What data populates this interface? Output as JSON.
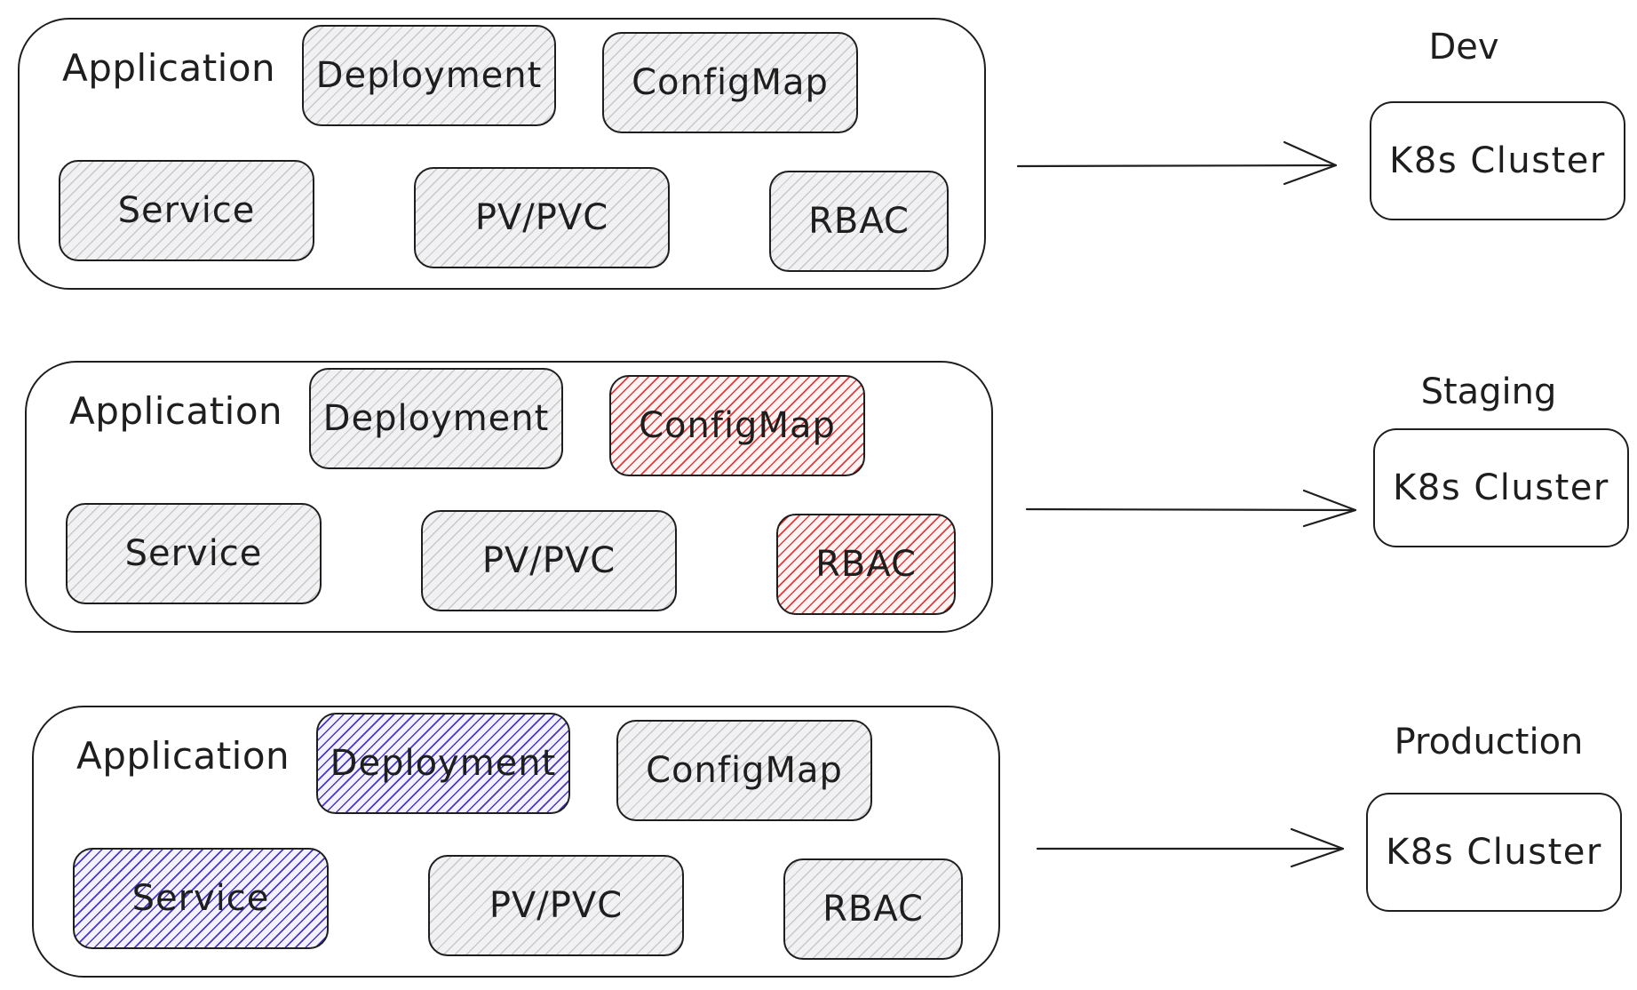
{
  "environments": [
    {
      "title": "Dev",
      "cluster_label": "K8s Cluster",
      "application": {
        "label": "Application",
        "resources": {
          "deployment": {
            "label": "Deployment",
            "style": "default"
          },
          "configmap": {
            "label": "ConfigMap",
            "style": "default"
          },
          "service": {
            "label": "Service",
            "style": "default"
          },
          "pvpvc": {
            "label": "PV/PVC",
            "style": "default"
          },
          "rbac": {
            "label": "RBAC",
            "style": "default"
          }
        }
      }
    },
    {
      "title": "Staging",
      "cluster_label": "K8s Cluster",
      "application": {
        "label": "Application",
        "resources": {
          "deployment": {
            "label": "Deployment",
            "style": "default"
          },
          "configmap": {
            "label": "ConfigMap",
            "style": "red"
          },
          "service": {
            "label": "Service",
            "style": "default"
          },
          "pvpvc": {
            "label": "PV/PVC",
            "style": "default"
          },
          "rbac": {
            "label": "RBAC",
            "style": "red"
          }
        }
      }
    },
    {
      "title": "Production",
      "cluster_label": "K8s Cluster",
      "application": {
        "label": "Application",
        "resources": {
          "deployment": {
            "label": "Deployment",
            "style": "blue"
          },
          "configmap": {
            "label": "ConfigMap",
            "style": "default"
          },
          "service": {
            "label": "Service",
            "style": "blue"
          },
          "pvpvc": {
            "label": "PV/PVC",
            "style": "default"
          },
          "rbac": {
            "label": "RBAC",
            "style": "default"
          }
        }
      }
    }
  ],
  "colors": {
    "stroke": "#1e1e1e",
    "default_hatch": "#969696",
    "red_hatch": "#e03131",
    "blue_hatch": "#3c2dc8"
  }
}
